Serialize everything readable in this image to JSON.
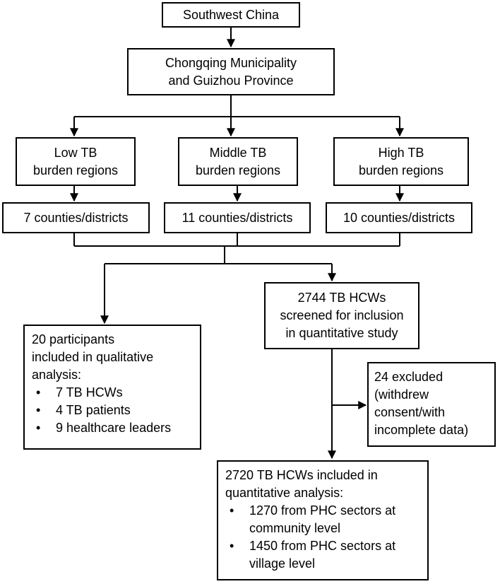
{
  "flowchart": {
    "region": "Southwest China",
    "provinces": [
      "Chongqing Municipality",
      "and Guizhou Province"
    ],
    "burden_groups": [
      {
        "label": [
          "Low TB",
          "burden regions"
        ],
        "counties": "7 counties/districts"
      },
      {
        "label": [
          "Middle TB",
          "burden regions"
        ],
        "counties": "11 counties/districts"
      },
      {
        "label": [
          "High TB",
          "burden regions"
        ],
        "counties": "10 counties/districts"
      }
    ],
    "screened": [
      "2744 TB HCWs",
      "screened for inclusion",
      "in quantitative study"
    ],
    "qualitative": {
      "heading": [
        "20 participants",
        "included in qualitative",
        "analysis:"
      ],
      "items": [
        "7 TB HCWs",
        "4 TB patients",
        "9 healthcare leaders"
      ]
    },
    "excluded": [
      "24 excluded",
      "(withdrew",
      "consent/with",
      "incomplete data)"
    ],
    "quantitative": {
      "heading": [
        "2720 TB HCWs included in",
        "quantitative analysis:"
      ],
      "items": [
        [
          "1270 from PHC sectors at",
          "community level"
        ],
        [
          "1450 from PHC sectors at",
          "village level"
        ]
      ]
    }
  }
}
